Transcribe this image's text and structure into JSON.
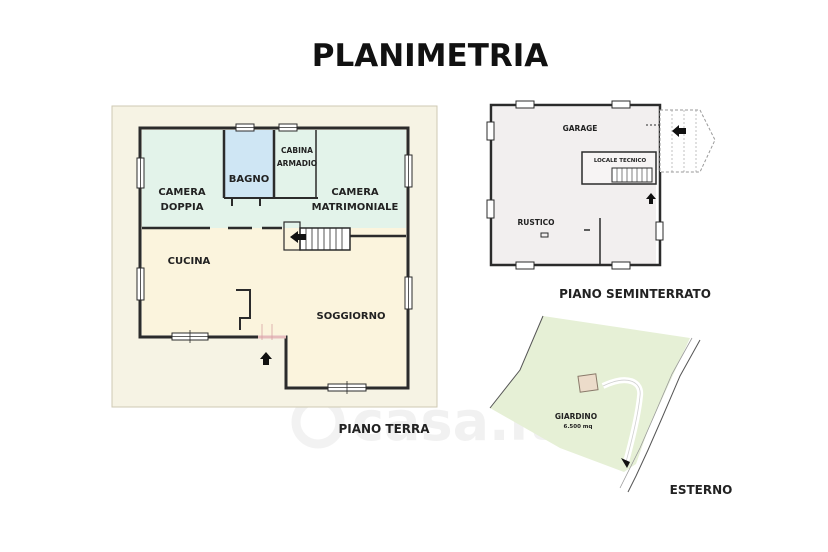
{
  "title": "PLANIMETRIA",
  "watermark": "casa.it",
  "piano_terra": {
    "label": "PIANO TERRA",
    "rooms": {
      "camera_doppia": [
        "CAMERA",
        "DOPPIA"
      ],
      "bagno": "BAGNO",
      "cabina_armadio": [
        "CABINA",
        "ARMADIO"
      ],
      "camera_matrimoniale": [
        "CAMERA",
        "MATRIMONIALE"
      ],
      "cucina": "CUCINA",
      "soggiorno": "SOGGIORNO"
    }
  },
  "piano_seminterrato": {
    "label": "PIANO SEMINTERRATO",
    "rooms": {
      "garage": "GARAGE",
      "locale_tecnico": "LOCALE TECNICO",
      "rustico": "RUSTICO"
    }
  },
  "esterno": {
    "label": "ESTERNO",
    "giardino": "GIARDINO",
    "area": "6.500 mq"
  },
  "colors": {
    "wall": "#2b2b2b",
    "night_zone": "#e3f3ea",
    "bathroom": "#cfe6f4",
    "day_zone": "#fbf4dd",
    "outer_land": "#f6f3e4",
    "garden": "#e6f0d6"
  }
}
